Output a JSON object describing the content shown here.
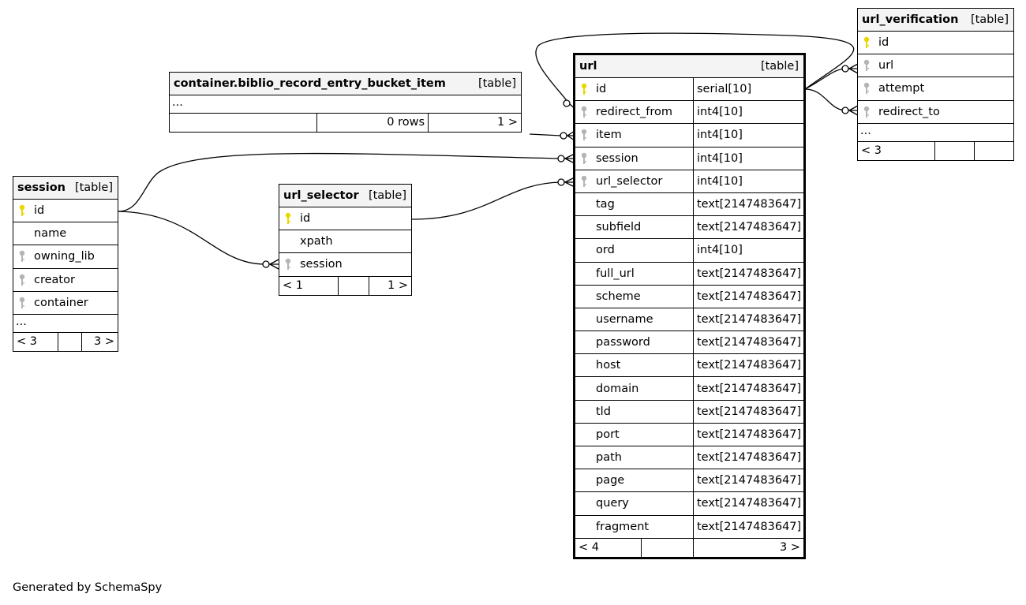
{
  "icons": {
    "primary_key": "key-icon-yellow",
    "foreign_key": "key-icon-gray"
  },
  "colors": {
    "primary_key": "#e8d800",
    "foreign_key": "#b4b4b4",
    "header_bg": "#f4f4f4"
  },
  "tables": {
    "url_verification": {
      "name": "url_verification",
      "type": "[table]",
      "columns": [
        {
          "name": "id",
          "key": "pk"
        },
        {
          "name": "url",
          "key": "fk"
        },
        {
          "name": "attempt",
          "key": "fk"
        },
        {
          "name": "redirect_to",
          "key": "fk"
        }
      ],
      "ellipsis": "...",
      "footer": [
        "< 3",
        "",
        ""
      ]
    },
    "bucket_item": {
      "name": "container.biblio_record_entry_bucket_item",
      "type": "[table]",
      "ellipsis": "...",
      "footer": [
        "",
        "0 rows",
        "1 >"
      ]
    },
    "url": {
      "name": "url",
      "type": "[table]",
      "columns": [
        {
          "name": "id",
          "type": "serial[10]",
          "key": "pk"
        },
        {
          "name": "redirect_from",
          "type": "int4[10]",
          "key": "fk"
        },
        {
          "name": "item",
          "type": "int4[10]",
          "key": "fk"
        },
        {
          "name": "session",
          "type": "int4[10]",
          "key": "fk"
        },
        {
          "name": "url_selector",
          "type": "int4[10]",
          "key": "fk"
        },
        {
          "name": "tag",
          "type": "text[2147483647]",
          "key": ""
        },
        {
          "name": "subfield",
          "type": "text[2147483647]",
          "key": ""
        },
        {
          "name": "ord",
          "type": "int4[10]",
          "key": ""
        },
        {
          "name": "full_url",
          "type": "text[2147483647]",
          "key": ""
        },
        {
          "name": "scheme",
          "type": "text[2147483647]",
          "key": ""
        },
        {
          "name": "username",
          "type": "text[2147483647]",
          "key": ""
        },
        {
          "name": "password",
          "type": "text[2147483647]",
          "key": ""
        },
        {
          "name": "host",
          "type": "text[2147483647]",
          "key": ""
        },
        {
          "name": "domain",
          "type": "text[2147483647]",
          "key": ""
        },
        {
          "name": "tld",
          "type": "text[2147483647]",
          "key": ""
        },
        {
          "name": "port",
          "type": "text[2147483647]",
          "key": ""
        },
        {
          "name": "path",
          "type": "text[2147483647]",
          "key": ""
        },
        {
          "name": "page",
          "type": "text[2147483647]",
          "key": ""
        },
        {
          "name": "query",
          "type": "text[2147483647]",
          "key": ""
        },
        {
          "name": "fragment",
          "type": "text[2147483647]",
          "key": ""
        }
      ],
      "footer": [
        "< 4",
        "",
        "3 >"
      ]
    },
    "url_selector": {
      "name": "url_selector",
      "type": "[table]",
      "columns": [
        {
          "name": "id",
          "key": "pk"
        },
        {
          "name": "xpath",
          "key": ""
        },
        {
          "name": "session",
          "key": "fk"
        }
      ],
      "footer": [
        "< 1",
        "",
        "1 >"
      ]
    },
    "session": {
      "name": "session",
      "type": "[table]",
      "columns": [
        {
          "name": "id",
          "key": "pk"
        },
        {
          "name": "name",
          "key": ""
        },
        {
          "name": "owning_lib",
          "key": "fk"
        },
        {
          "name": "creator",
          "key": "fk"
        },
        {
          "name": "container",
          "key": "fk"
        }
      ],
      "ellipsis": "...",
      "footer": [
        "< 3",
        "",
        "3 >"
      ]
    }
  },
  "footer_text": "Generated by SchemaSpy"
}
